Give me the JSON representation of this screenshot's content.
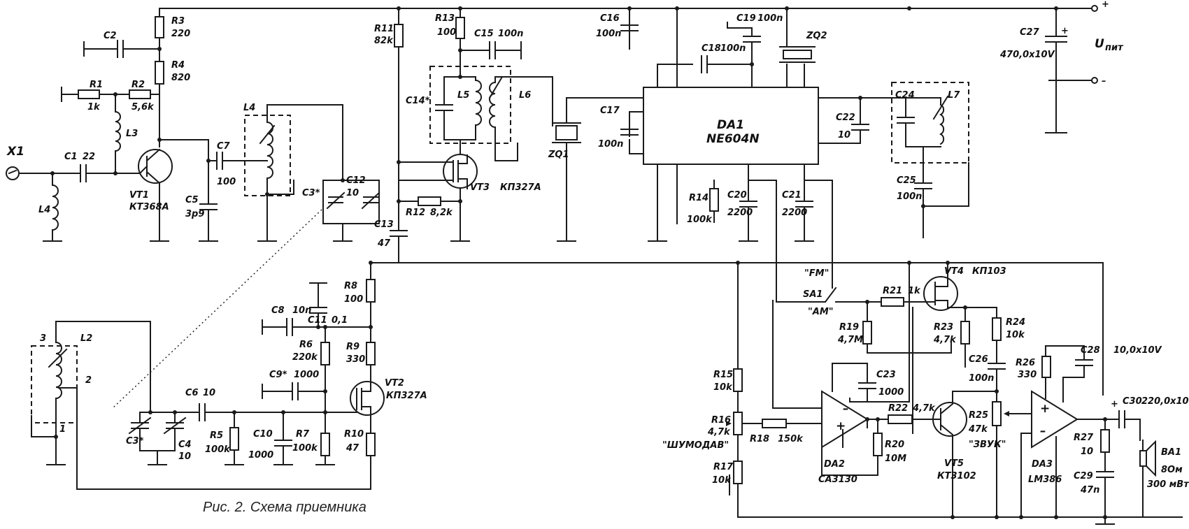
{
  "caption": "Рис. 2. Схема приемника",
  "supply": {
    "plus": "+",
    "minus": "–",
    "label": "U",
    "label_sub": "пит"
  },
  "components": {
    "x1": "X1",
    "l4a": "L4",
    "c1": "C1",
    "c1_val": "22",
    "r1": "R1",
    "r1_val": "1k",
    "r2": "R2",
    "r2_val": "5,6k",
    "l3": "L3",
    "c2": "C2",
    "r3": "R3",
    "r3_val": "220",
    "r4": "R4",
    "r4_val": "820",
    "vt1": "VT1",
    "vt1_type": "КТ368А",
    "c5": "C5",
    "c5_val": "3p9",
    "c7": "C7",
    "c7_val": "100",
    "l4b": "L4",
    "c3": "C3*",
    "c12": "C12",
    "c12_val": "10",
    "r11": "R11",
    "r11_val": "82k",
    "c13": "C13",
    "c13_val": "47",
    "r13": "R13",
    "r13_val": "100",
    "c15": "C15",
    "c15_val": "100n",
    "c14": "C14*",
    "l5": "L5",
    "l6": "L6",
    "vt3": "VT3",
    "vt3_type": "КП327А",
    "r12": "R12",
    "r12_val": "8,2k",
    "zq1": "ZQ1",
    "c16": "C16",
    "c16_val": "100n",
    "c17": "C17",
    "c17_val": "100n",
    "c18": "C18",
    "c18_val": "100n",
    "c19": "C19",
    "c19_val": "100n",
    "zq2": "ZQ2",
    "da1": "DA1",
    "da1_type": "NE604N",
    "r14": "R14",
    "r14_val": "100k",
    "c20": "C20",
    "c20_val": "2200",
    "c21": "C21",
    "c21_val": "2200",
    "c22": "C22",
    "c22_val": "10",
    "c24": "C24",
    "l7": "L7",
    "c25": "C25",
    "c25_val": "100n",
    "c27": "C27",
    "c27_val": "470,0x10V",
    "l2": "L2",
    "c4": "C4",
    "c4_val": "10",
    "c6": "C6",
    "c6_val": "10",
    "r5": "R5",
    "r5_val": "100k",
    "c8": "C8",
    "c8_val": "10n",
    "c11": "C11",
    "c11_val": "0,1",
    "r8": "R8",
    "r8_val": "100",
    "r6": "R6",
    "r6_val": "220k",
    "r9": "R9",
    "r9_val": "330",
    "c9": "C9*",
    "c9_val": "1000",
    "vt2": "VT2",
    "vt2_type": "КП327А",
    "c10": "C10",
    "c10_val": "1000",
    "r7": "R7",
    "r7_val": "100k",
    "r10": "R10",
    "r10_val": "47",
    "sa1": "SA1",
    "fm": "\"FM\"",
    "am": "\"AM\"",
    "r21": "R21",
    "r21_val": "1k",
    "vt4": "VT4",
    "vt4_type": "КП103",
    "r19": "R19",
    "r19_val": "4,7M",
    "r23": "R23",
    "r23_val": "4,7k",
    "r24": "R24",
    "r24_val": "10k",
    "c26": "C26",
    "c26_val": "100n",
    "c23": "C23",
    "c23_val": "1000",
    "r15": "R15",
    "r15_val": "10k",
    "r16": "R16",
    "r16_val": "4,7k",
    "r16_name": "\"ШУМОДАВ\"",
    "r17": "R17",
    "r17_val": "10k",
    "r18": "R18",
    "r18_val": "150k",
    "da2": "DA2",
    "da2_type": "CA3130",
    "r22": "R22",
    "r22_val": "4,7k",
    "r20": "R20",
    "r20_val": "10M",
    "vt5": "VT5",
    "vt5_type": "КТ3102",
    "r25": "R25",
    "r25_val": "47k",
    "r25_name": "\"ЗВУК\"",
    "r26": "R26",
    "r26_val": "330",
    "c28": "C28",
    "c28_val": "10,0x10V",
    "da3": "DA3",
    "da3_type": "LM386",
    "r27": "R27",
    "r27_val": "10",
    "c29": "C29",
    "c29_val": "47n",
    "c30": "C30",
    "c30_val": "220,0x10V",
    "ba1": "BA1",
    "ba1_imp": "8Ом",
    "ba1_pow": "300 мВт"
  }
}
